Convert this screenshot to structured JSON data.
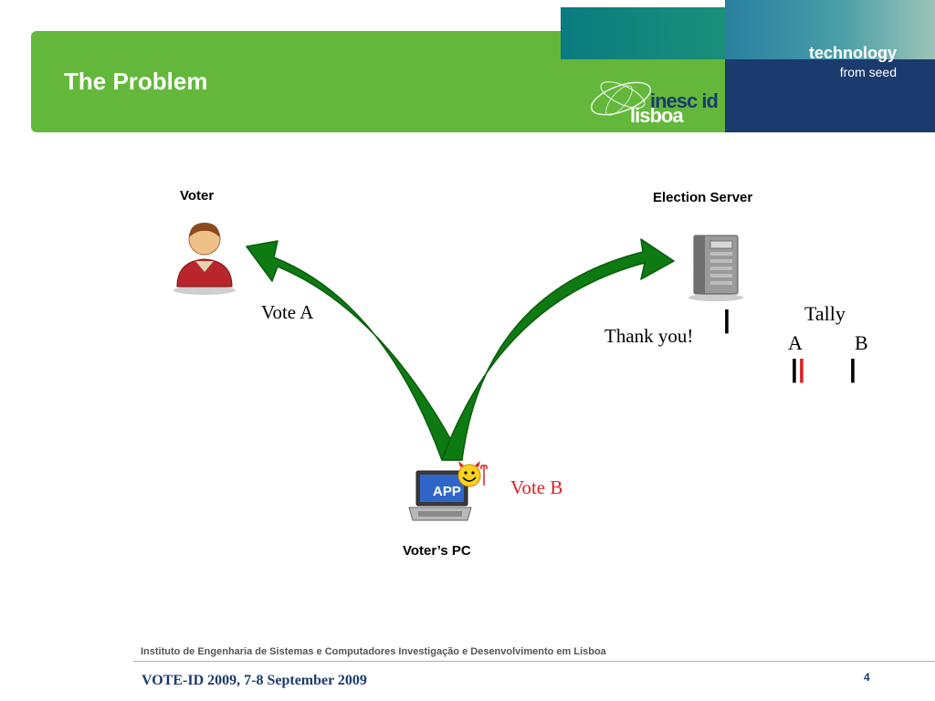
{
  "header": {
    "title": "The Problem",
    "tagline_main": "technology",
    "tagline_sub": "from seed",
    "logo_top": "inesc id",
    "logo_bottom": "lisboa"
  },
  "diagram": {
    "voter_label": "Voter",
    "server_label": "Election Server",
    "pc_label": "Voter’s PC",
    "app_label": "APP",
    "vote_a": "Vote A",
    "thank_you": "Thank you!",
    "vote_b": "Vote B",
    "receipt_mark": "|",
    "tally": {
      "title": "Tally",
      "col_a": "A",
      "col_b": "B",
      "tally_a_existing": "|",
      "tally_a_added": "|",
      "tally_b": "|"
    }
  },
  "colors": {
    "header_green": "#63b83b",
    "arrow_green": "#0e7a12",
    "vote_b_red": "#e02020",
    "navy": "#1b3a6e"
  },
  "footer": {
    "institute": "Instituto de Engenharia de Sistemas e Computadores Investigação e Desenvolvimento em Lisboa",
    "conference": "VOTE-ID 2009, 7-8 September 2009",
    "page": "4"
  }
}
